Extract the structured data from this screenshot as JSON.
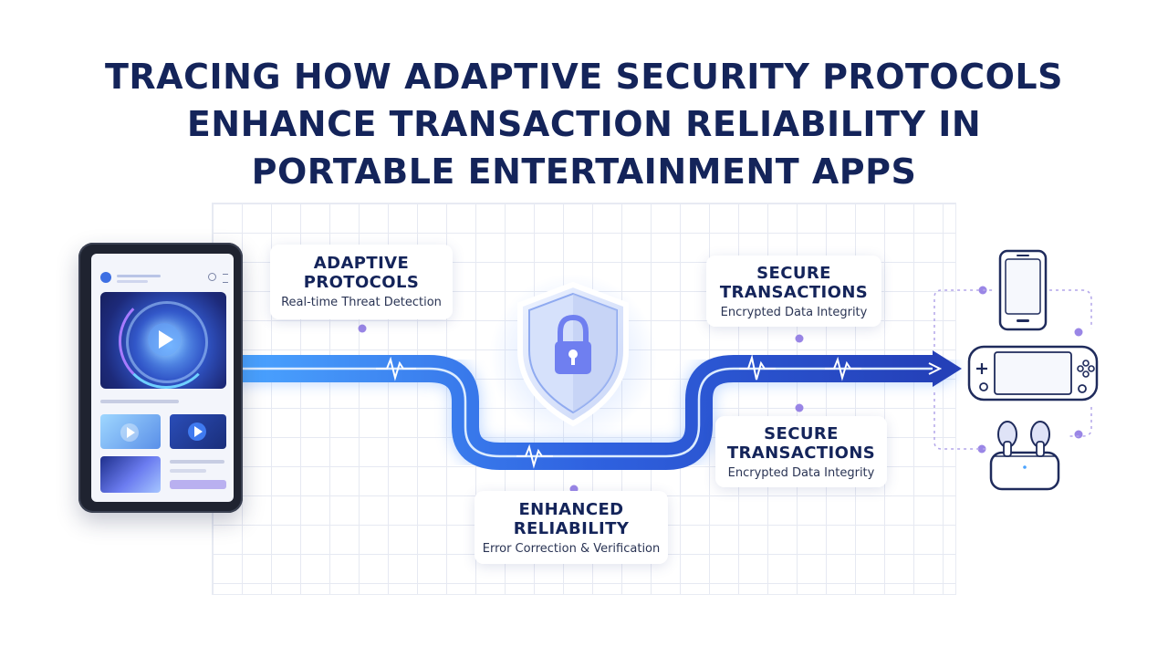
{
  "title": {
    "lines": [
      "TRACING HOW ADAPTIVE SECURITY PROTOCOLS",
      "ENHANCE TRANSACTION RELIABILITY IN",
      "PORTABLE ENTERTAINMENT APPS"
    ]
  },
  "cards": {
    "adaptive": {
      "head_lines": [
        "ADAPTIVE",
        "PROTOCOLS"
      ],
      "sub": "Real-time Threat Detection"
    },
    "secure_top": {
      "head_lines": [
        "SECURE",
        "TRANSACTIONS"
      ],
      "sub": "Encrypted Data Integrity"
    },
    "secure_bottom": {
      "head_lines": [
        "SECURE",
        "TRANSACTIONS"
      ],
      "sub": "Encrypted Data Integrity"
    },
    "reliability": {
      "head_lines": [
        "ENHANCED",
        "RELIABILITY"
      ],
      "sub": "Error Correction & Verification"
    }
  },
  "icons": {
    "shield": "shield-lock-icon",
    "tablet": "tablet-icon",
    "phone": "smartphone-icon",
    "console": "handheld-console-icon",
    "earbuds": "earbuds-case-icon"
  },
  "colors": {
    "title": "#14245a",
    "flow_blue": "#2b5fd9",
    "flow_glow": "#7fb0ff",
    "dot_purple": "#9a86e6"
  }
}
